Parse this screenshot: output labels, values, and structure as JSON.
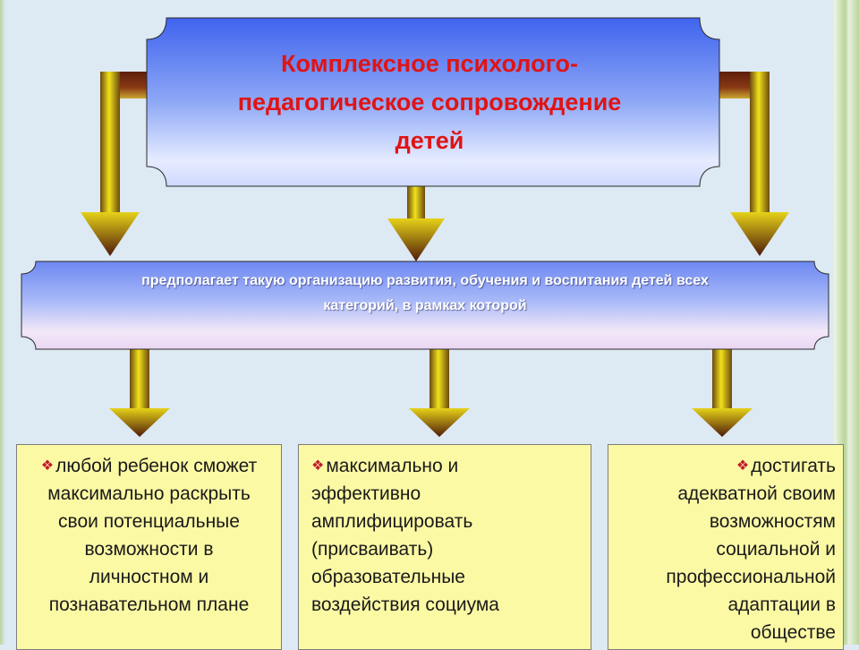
{
  "title": {
    "line1": "Комплексное психолого-",
    "line2": "педагогическое сопровождение",
    "line3": "детей"
  },
  "banner": {
    "line1": "предполагает такую организацию развития, обучения и воспитания детей всех",
    "line2": "категорий, в рамках которой"
  },
  "boxes": [
    {
      "bullet": "❖",
      "lines": [
        "любой ребенок сможет",
        "максимально раскрыть",
        "свои потенциальные",
        "возможности в",
        "личностном и",
        "познавательном плане"
      ]
    },
    {
      "bullet": "❖",
      "lines": [
        "максимально и",
        "эффективно",
        "амплифицировать",
        "(присваивать)",
        "образовательные",
        "воздействия социума"
      ]
    },
    {
      "bullet": "❖",
      "lines": [
        "достигать",
        "адекватной своим",
        "возможностям",
        "социальной и",
        "профессиональной",
        "адаптации в",
        "обществе"
      ]
    }
  ],
  "colors": {
    "title_text": "#e01414",
    "banner_text": "#ffffff",
    "box_fill": "#fbf9a4",
    "arrow_light": "#f2e21a",
    "arrow_dark": "#5e1e0c",
    "scroll_top": "#4c70f0",
    "scroll_mid": "#e8eefe"
  }
}
